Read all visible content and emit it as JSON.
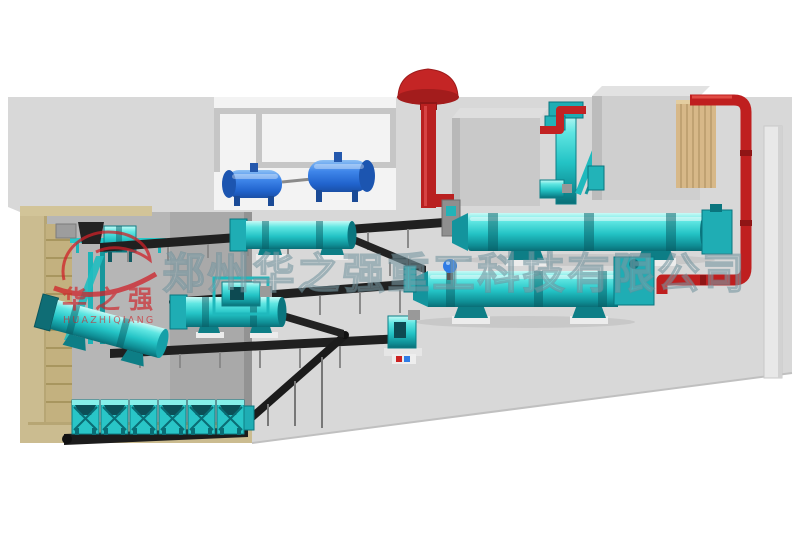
{
  "watermark": {
    "company_cn": "郑州华之强重工科技有限公司",
    "logo_cn": "华之强",
    "logo_en": "HUAZHIQIANG"
  },
  "palette": {
    "equipment_cyan": "#2cc9c9",
    "equipment_cyan_dark": "#0d7e86",
    "tank_blue": "#2f7ce6",
    "pipe_red": "#c22323",
    "logo_red": "#cf2128",
    "floor_gray": "#d8d8d8",
    "pit_gray": "#b6b6b6",
    "pit_tan": "#cbbc90",
    "building_gray": "#c9c9c9",
    "conveyor_dark": "#202020"
  }
}
